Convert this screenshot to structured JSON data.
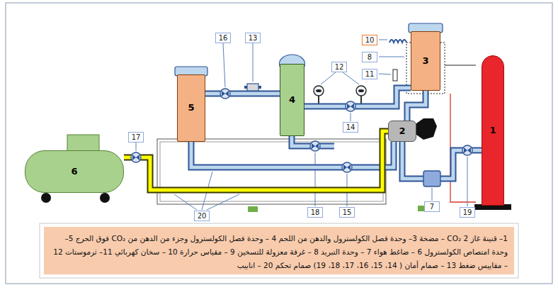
{
  "diagram": {
    "nodes": [
      {
        "text": [
          "1"
        ]
      },
      {
        "text": [
          "2"
        ]
      },
      {
        "text": [
          "3"
        ]
      },
      {
        "text": [
          "4"
        ]
      },
      {
        "text": [
          "5"
        ]
      },
      {
        "text": [
          "6"
        ]
      },
      {
        "text": [
          "1– قنينة غاز CO₂ 2 – مضخة 3– وحدة فصل الكولسترول والدهن من اللحم 4 – وحدة فصل الكولسترول وجزء من الدهن من CO₂ فوق الحرج 5– وحدة امتصاص الكولسترول 6 – ضاغط هواء 7 – وحدة التبريد 8 – غرفة معزولة للتسخين 9 – مقياس حرارة 10 – سخان كهربائي 11– ثرموستات 12 – مقاييس ضغط 13 – صمام أمان ( 14، 15، 16، 17، 18، 19) صمام تحكم 20 – انابيب"
        ]
      }
    ],
    "edges": [
      {
        "from": 0,
        "to": 1,
        "arrow": "none"
      },
      {
        "from": 1,
        "to": 2,
        "arrow": "none"
      },
      {
        "from": 2,
        "to": 3,
        "arrow": "none"
      },
      {
        "from": 3,
        "to": 4,
        "arrow": "none"
      },
      {
        "from": 4,
        "to": 1,
        "arrow": "none"
      },
      {
        "from": 5,
        "to": 1,
        "arrow": "none"
      }
    ],
    "labels": [
      "10",
      "8",
      "11",
      "12",
      "13",
      "16",
      "14",
      "17",
      "18",
      "15",
      "19",
      "7",
      "20"
    ]
  }
}
